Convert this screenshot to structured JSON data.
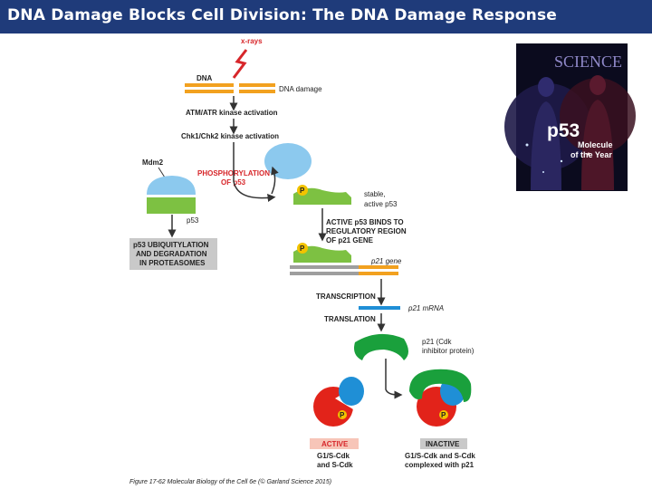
{
  "title": "DNA Damage Blocks Cell Division: The DNA Damage Response",
  "diagram": {
    "xrays": "x-rays",
    "dna": "DNA",
    "dna_damage": "DNA damage",
    "atm_atr": "ATM/ATR kinase activation",
    "chk": "Chk1/Chk2 kinase activation",
    "mdm2": "Mdm2",
    "phosphorylation_1": "PHOSPHORYLATION",
    "phosphorylation_2": "OF p53",
    "stable_1": "stable,",
    "stable_2": "active p53",
    "p53": "p53",
    "degradation_1": "p53 UBIQUITYLATION",
    "degradation_2": "AND DEGRADATION",
    "degradation_3": "IN PROTEASOMES",
    "binds_1": "ACTIVE p53 BINDS TO",
    "binds_2": "REGULATORY REGION",
    "binds_3": "OF p21 GENE",
    "p21_gene": "p21 gene",
    "transcription": "TRANSCRIPTION",
    "p21_mrna": "p21 mRNA",
    "translation": "TRANSLATION",
    "p21_protein_1": "p21 (Cdk",
    "p21_protein_2": "inhibitor protein)",
    "active": "ACTIVE",
    "inactive": "INACTIVE",
    "active_cdk_1": "G1/S-Cdk",
    "active_cdk_2": "and S-Cdk",
    "inactive_cdk_1": "G1/S-Cdk and S-Cdk",
    "inactive_cdk_2": "complexed with p21",
    "phospho_mark": "P",
    "caption": "Figure 17-62 Molecular Biology of the Cell 6e (© Garland Science 2015)"
  },
  "cover": {
    "masthead": "SCIENCE",
    "headline": "p53",
    "subhead_1": "Molecule",
    "subhead_2": "of the Year"
  },
  "colors": {
    "title_bar": "#1f3b7a",
    "dna_orange": "#f2a11f",
    "mdm2_blue": "#8cc9ee",
    "p53_green": "#7dc142",
    "p21_green": "#1aa03c",
    "cdk_red": "#e2231a",
    "cyclin_blue": "#1f8fd6",
    "arrow_red": "#d7262a"
  }
}
